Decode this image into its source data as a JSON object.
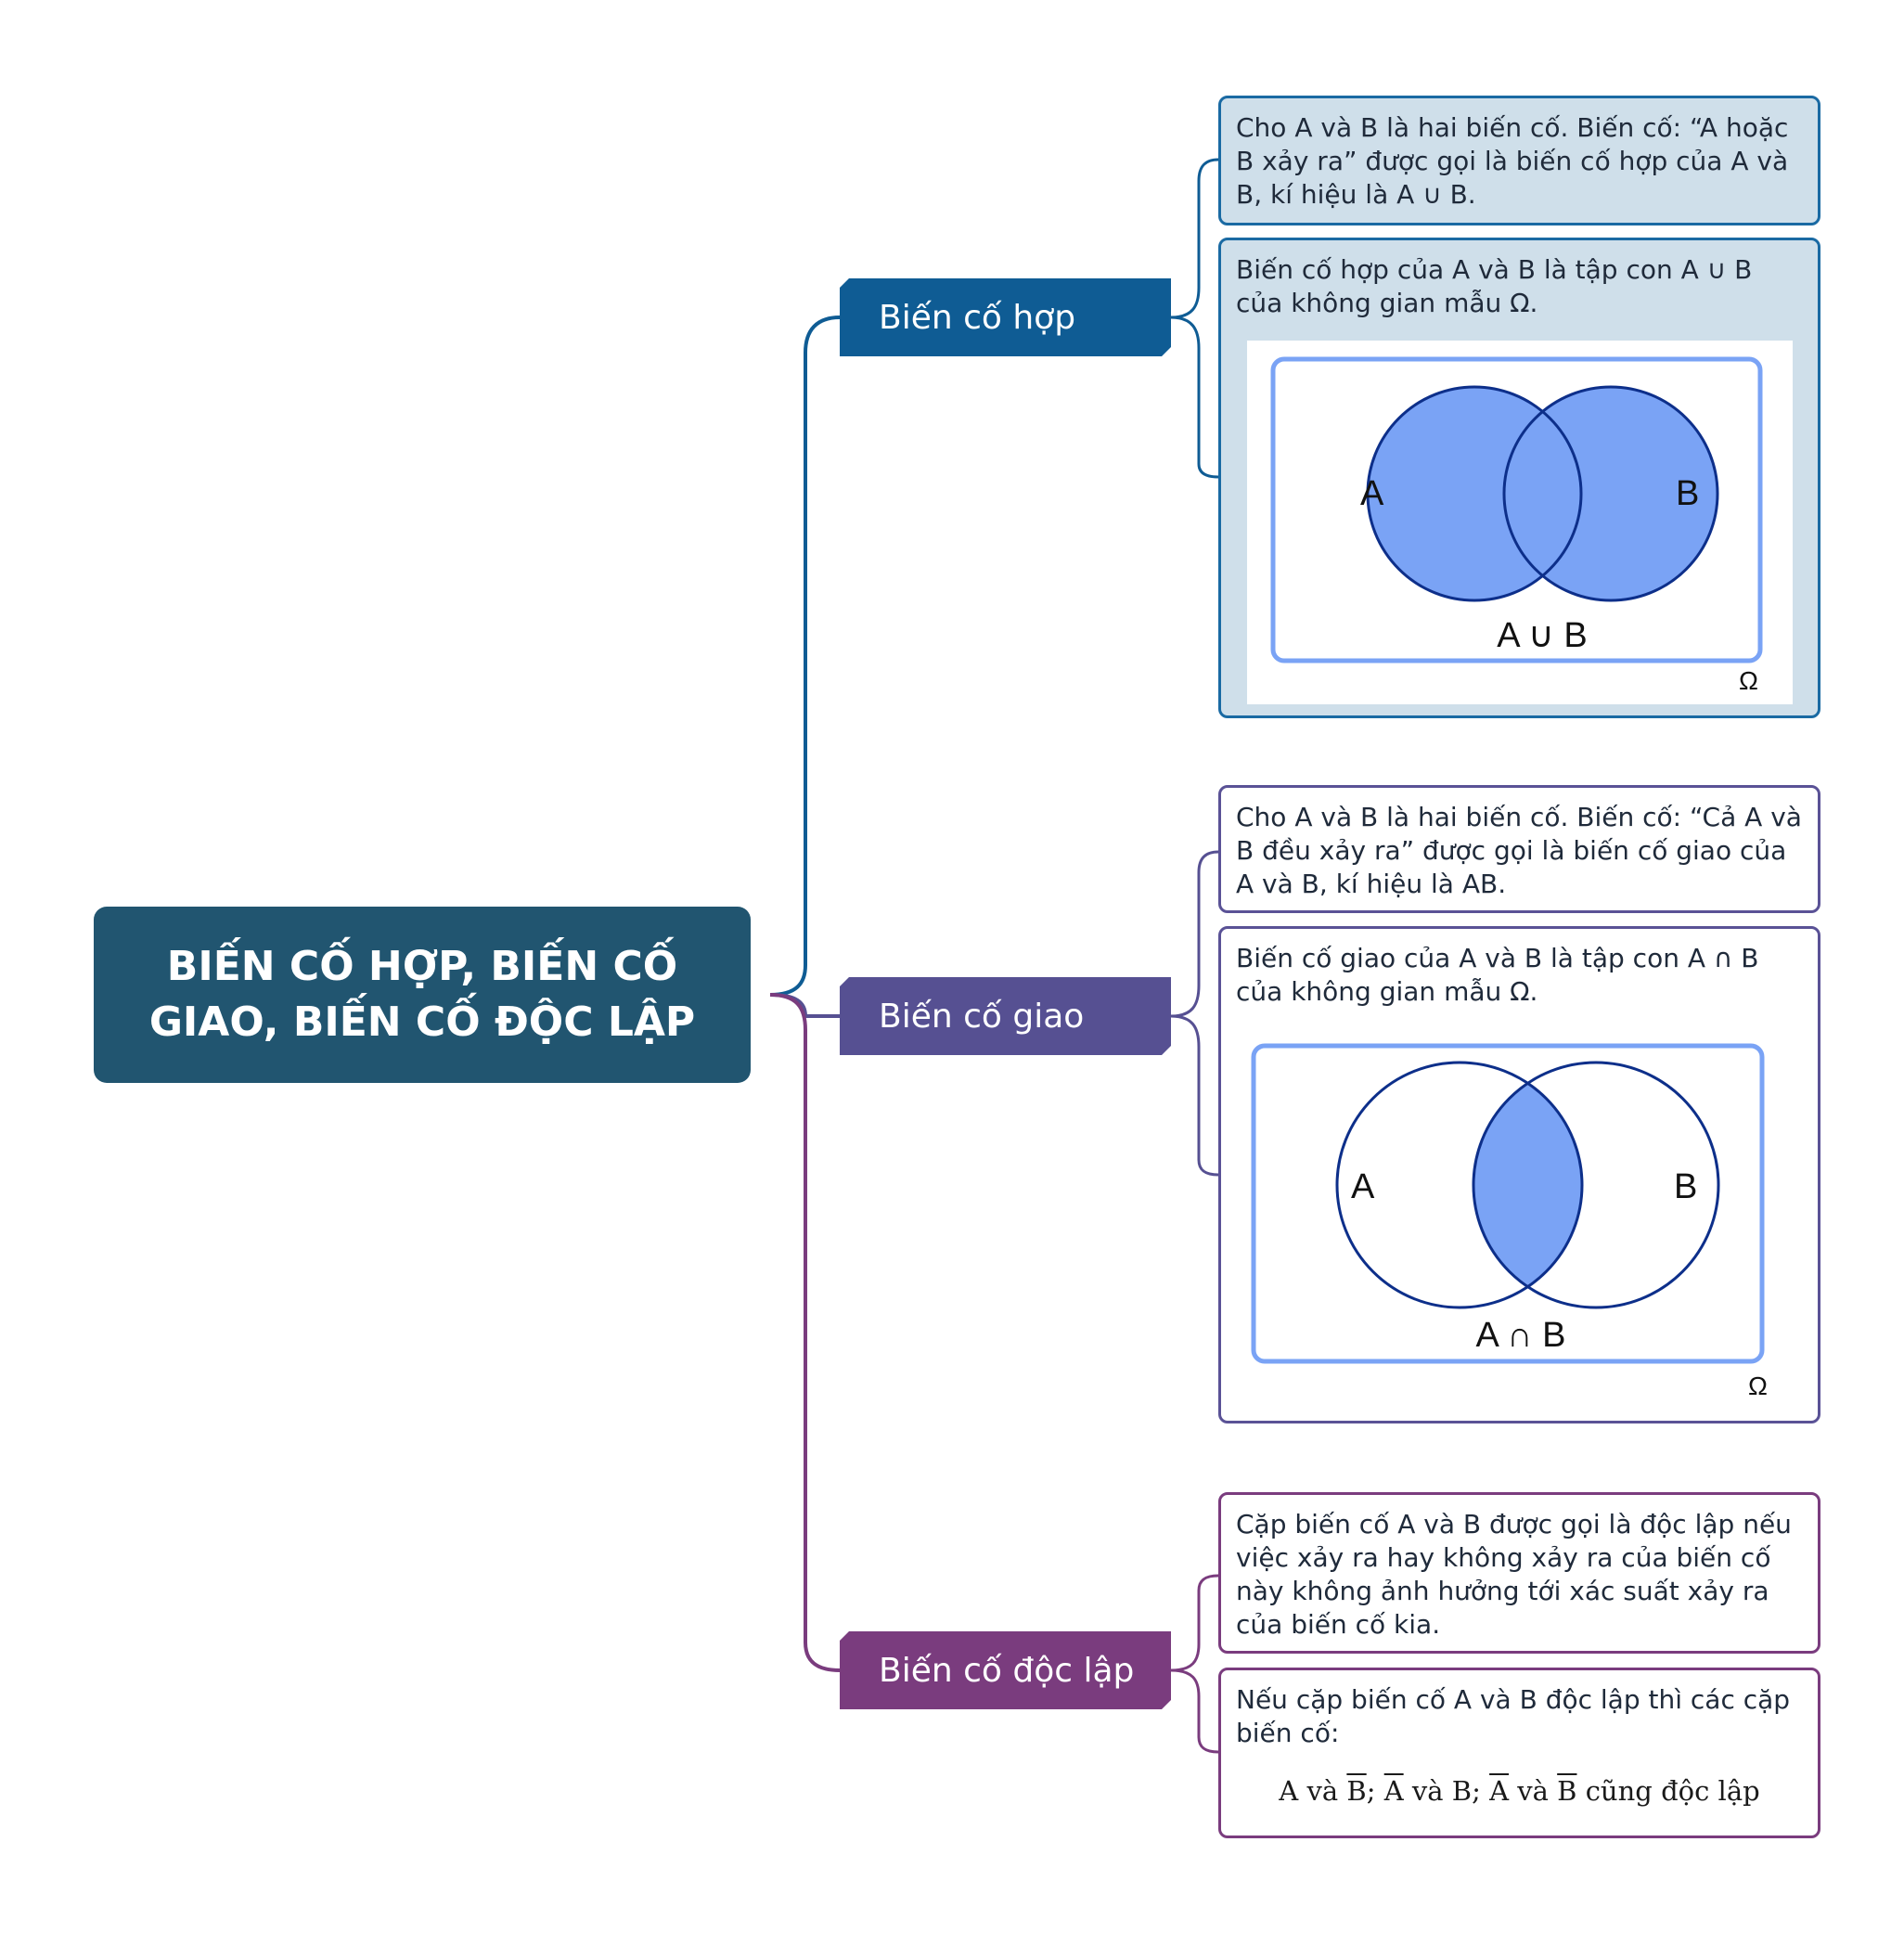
{
  "root": {
    "title_line1": "BIẾN CỐ HỢP, BIẾN CỐ",
    "title_line2": "GIAO, BIẾN CỐ ĐỘC LẬP"
  },
  "branches": [
    {
      "label": "Biến cố hợp",
      "color": "#0f5c94"
    },
    {
      "label": "Biến cố giao",
      "color": "#565092"
    },
    {
      "label": "Biến cố độc lập",
      "color": "#7a3c7e"
    }
  ],
  "hop": {
    "def": "Cho A và B là hai biến cố. Biến cố: “A hoặc B xảy ra” được gọi là biến cố hợp của A và B, kí hiệu là A ∪ B.",
    "subset": "Biến cố hợp của A và B là tập con A ∪ B của không gian mẫu Ω.",
    "venn": {
      "label_a": "A",
      "label_b": "B",
      "caption": "A ∪ B",
      "omega": "Ω"
    }
  },
  "giao": {
    "def": "Cho A và B là hai biến cố. Biến cố: “Cả A và B đều xảy ra” được gọi là biến cố giao của A và B, kí hiệu là AB.",
    "subset": "Biến cố giao của A và B là tập con A ∩ B của không gian mẫu Ω.",
    "venn": {
      "label_a": "A",
      "label_b": "B",
      "caption": "A ∩ B",
      "omega": "Ω"
    }
  },
  "doclap": {
    "def": "Cặp biến cố A và B được gọi là độc lập nếu việc xảy ra hay không xảy ra của biến cố này không ảnh hưởng tới xác suất xảy ra của biến cố kia.",
    "consequence": "Nếu cặp biến cố A và B độc lập thì các cặp biến cố:",
    "formula": {
      "a": "A",
      "va1": "và",
      "b_bar": "B",
      "sep1": ";",
      "a_bar": "A",
      "va2": "và",
      "b": "B",
      "sep2": ";",
      "a_bar2": "A",
      "va3": "và",
      "b_bar2": "B",
      "tail": "cũng độc lập"
    }
  },
  "colors": {
    "root": "#215570",
    "venn_fill": "#7aa3f5",
    "venn_stroke": "#0d2f8a",
    "omega_box": "#7aa3f5"
  }
}
